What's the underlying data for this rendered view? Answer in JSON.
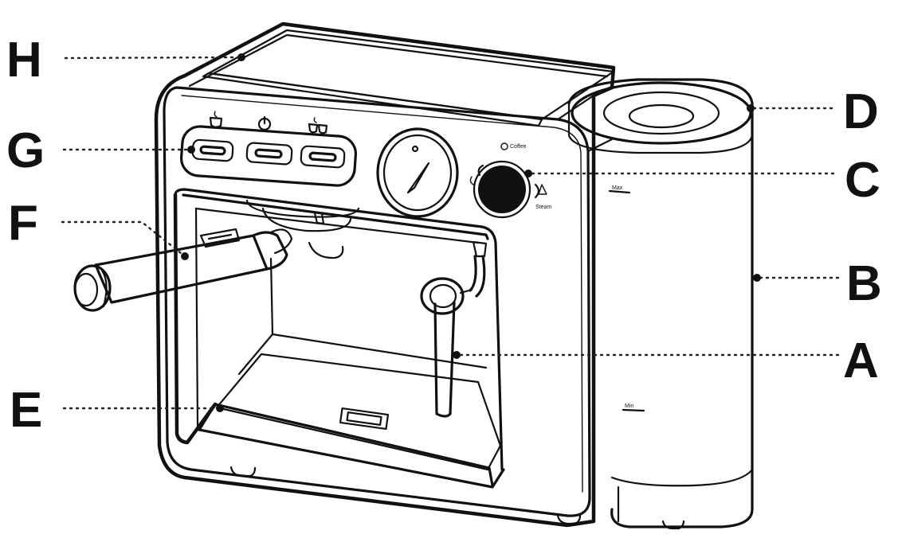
{
  "diagram": {
    "labels": [
      {
        "id": "H",
        "text": "H"
      },
      {
        "id": "G",
        "text": "G"
      },
      {
        "id": "F",
        "text": "F"
      },
      {
        "id": "E",
        "text": "E"
      },
      {
        "id": "D",
        "text": "D"
      },
      {
        "id": "C",
        "text": "C"
      },
      {
        "id": "B",
        "text": "B"
      },
      {
        "id": "A",
        "text": "A"
      }
    ],
    "panel_marks": {
      "coffee_text": "Coffee",
      "steam_text": "Steam",
      "max_text": "Max",
      "min_text": "Min"
    }
  }
}
